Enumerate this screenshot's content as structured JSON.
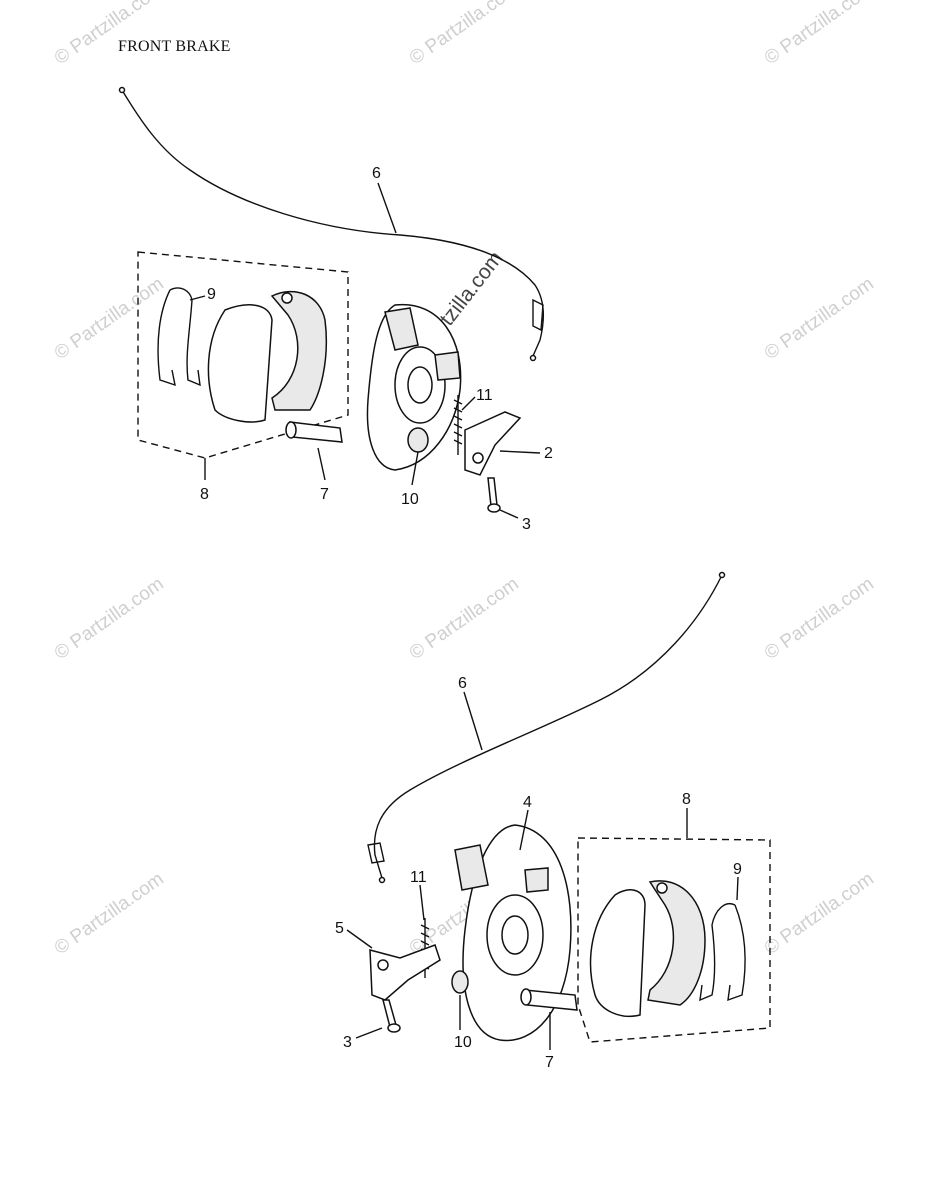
{
  "title": "FRONT BRAKE",
  "watermark": "© Partzilla.com",
  "watermark_center": "©Partzilla.com",
  "upper": {
    "labels": [
      "6",
      "9",
      "8",
      "7",
      "10",
      "11",
      "2",
      "3"
    ]
  },
  "lower": {
    "labels": [
      "6",
      "4",
      "8",
      "9",
      "11",
      "5",
      "3",
      "10",
      "7"
    ]
  }
}
